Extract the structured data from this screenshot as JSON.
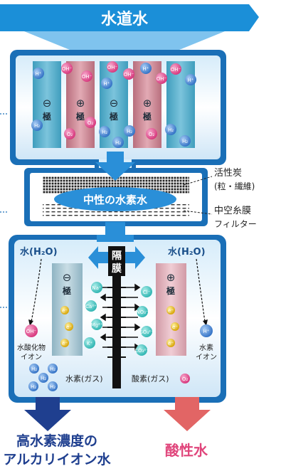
{
  "header": {
    "title": "水道水"
  },
  "electrolysis_top": {
    "electrodes": [
      {
        "sign": "⊖",
        "label": "極"
      },
      {
        "sign": "⊕",
        "label": "極"
      },
      {
        "sign": "⊖",
        "label": "極"
      },
      {
        "sign": "⊕",
        "label": "極"
      }
    ],
    "ions": {
      "h_plus": "H⁺",
      "oh_minus": "OH⁻",
      "h2": "H₂",
      "o2": "O₂"
    }
  },
  "filter": {
    "charcoal_label": "活性炭",
    "charcoal_sub": "(粒・繊維)",
    "membrane_label": "中空糸膜",
    "membrane_sub": "フィルター",
    "neutral_water": "中性の水素水"
  },
  "electrolysis_bottom": {
    "water_left": "水(H₂O)",
    "water_right": "水(H₂O)",
    "separator": [
      "隔",
      "膜"
    ],
    "cathode_sign": "⊖",
    "cathode_label": "極",
    "anode_sign": "⊕",
    "anode_label": "極",
    "electron": "e⁻",
    "cations": [
      "Na⁺",
      "Ca²⁺",
      "Mg²⁺",
      "K⁺"
    ],
    "anions": [
      "Cl⁻",
      "NO₃⁻",
      "SO₄²⁻",
      "CO₃²⁻"
    ],
    "hydroxide_ion": "OH⁻",
    "hydroxide_label": [
      "水酸化物",
      "イオン"
    ],
    "hydrogen_ion": "H⁺",
    "hydrogen_ion_label": [
      "水素",
      "イオン"
    ],
    "hydrogen_gas": "水素(ガス)",
    "oxygen_gas": "酸素(ガス)",
    "h2": "H₂",
    "o2": "O₂"
  },
  "outputs": {
    "alkaline": [
      "高水素濃度の",
      "アルカリイオン水"
    ],
    "acidic": "酸性水"
  },
  "colors": {
    "tank_border": "#1a6fb7",
    "header_blue": "#1b8fd8",
    "cathode": "#3aa7c8",
    "anode": "#c98290",
    "alkaline_arrow": "#1f3f8f",
    "acid_arrow": "#e26565",
    "acid_text": "#e0457b",
    "text_blue": "#1a4f8a"
  }
}
